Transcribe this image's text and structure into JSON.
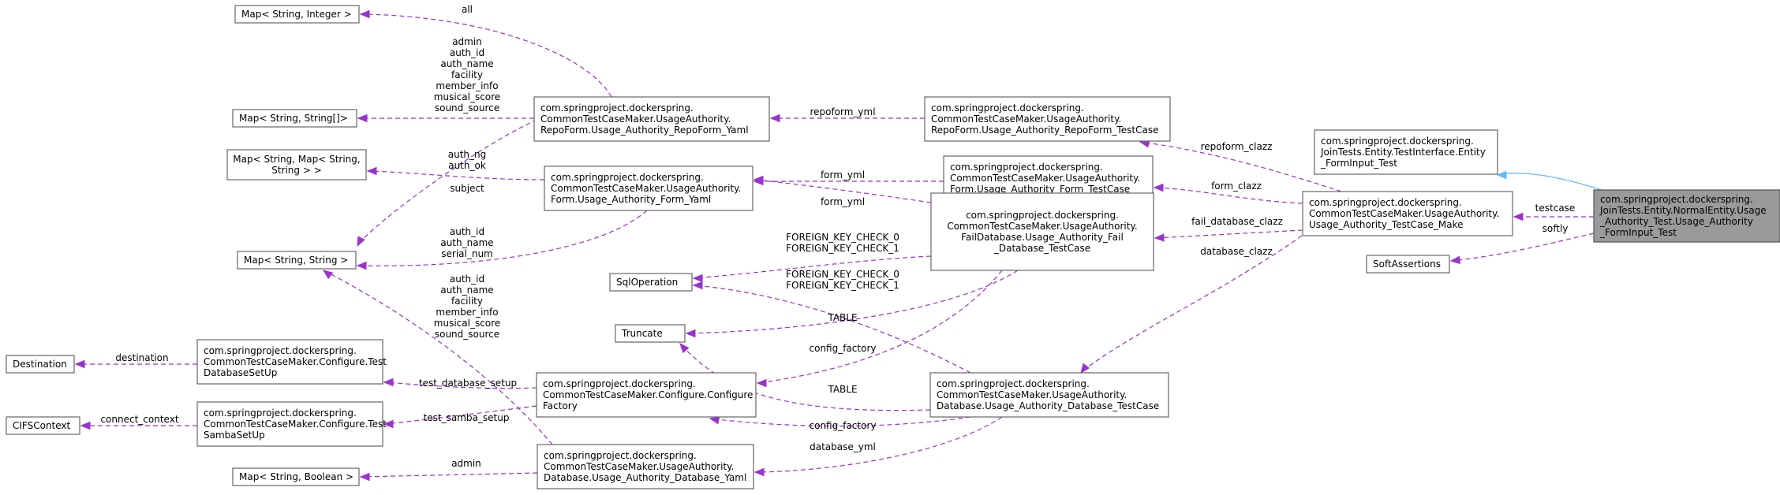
{
  "colors": {
    "usage_edge": "#9a32cd",
    "inheritance_edge": "#63b8ff",
    "highlight_node": "#9a9a9a",
    "node_border": "#666666"
  },
  "nodes": {
    "map_string_integer": [
      "Map< String, Integer >"
    ],
    "map_string_string_array": [
      "Map< String, String[]>"
    ],
    "map_string_map": [
      "Map< String, Map< String,",
      "String > >"
    ],
    "map_string_string": [
      "Map< String, String >"
    ],
    "destination": [
      "Destination"
    ],
    "cifs_context": [
      "CIFSContext"
    ],
    "map_string_boolean": [
      "Map< String, Boolean >"
    ],
    "repoform_yaml": [
      "com.springproject.dockerspring.",
      "CommonTestCaseMaker.UsageAuthority.",
      "RepoForm.Usage_Authority_RepoForm_Yaml"
    ],
    "form_yaml": [
      "com.springproject.dockerspring.",
      "CommonTestCaseMaker.UsageAuthority.",
      "Form.Usage_Authority_Form_Yaml"
    ],
    "sql_operation": [
      "SqlOperation"
    ],
    "truncate": [
      "Truncate"
    ],
    "test_database_setup": [
      "com.springproject.dockerspring.",
      "CommonTestCaseMaker.Configure.Test",
      "DatabaseSetUp"
    ],
    "test_samba_setup": [
      "com.springproject.dockerspring.",
      "CommonTestCaseMaker.Configure.Test",
      "SambaSetUp"
    ],
    "configure_factory": [
      "com.springproject.dockerspring.",
      "CommonTestCaseMaker.Configure.Configure",
      "Factory"
    ],
    "database_yaml": [
      "com.springproject.dockerspring.",
      "CommonTestCaseMaker.UsageAuthority.",
      "Database.Usage_Authority_Database_Yaml"
    ],
    "repoform_testcase": [
      "com.springproject.dockerspring.",
      "CommonTestCaseMaker.UsageAuthority.",
      "RepoForm.Usage_Authority_RepoForm_TestCase"
    ],
    "form_testcase": [
      "com.springproject.dockerspring.",
      "CommonTestCaseMaker.UsageAuthority.",
      "Form.Usage_Authority_Form_TestCase"
    ],
    "fail_database_testcase": [
      "com.springproject.dockerspring.",
      "CommonTestCaseMaker.UsageAuthority.",
      "FailDatabase.Usage_Authority_Fail",
      "_Database_TestCase"
    ],
    "database_testcase": [
      "com.springproject.dockerspring.",
      "CommonTestCaseMaker.UsageAuthority.",
      "Database.Usage_Authority_Database_TestCase"
    ],
    "entity_forminput_test": [
      "com.springproject.dockerspring.",
      "JoinTests.Entity.TestInterface.Entity",
      "_FormInput_Test"
    ],
    "testcase_make": [
      "com.springproject.dockerspring.",
      "CommonTestCaseMaker.UsageAuthority.",
      "Usage_Authority_TestCase_Make"
    ],
    "soft_assertions": [
      "SoftAssertions"
    ],
    "main_test": [
      "com.springproject.dockerspring.",
      "JoinTests.Entity.NormalEntity.Usage",
      "_Authority_Test.Usage_Authority",
      "_FormInput_Test"
    ]
  },
  "edge_labels": {
    "all": [
      "all"
    ],
    "repoform_string_array": [
      "admin",
      "auth_id",
      "auth_name",
      "facility",
      "member_info",
      "musical_score",
      "sound_source"
    ],
    "repoform_yml": [
      "repoform_yml"
    ],
    "form_map": [
      "auth_ng",
      "auth_ok"
    ],
    "repoform_subject": [
      "subject"
    ],
    "form_map_string": [
      "auth_id",
      "auth_name",
      "serial_num"
    ],
    "form_yml_1": [
      "form_yml"
    ],
    "form_yml_2": [
      "form_yml"
    ],
    "fk_fail": [
      "FOREIGN_KEY_CHECK_0",
      "FOREIGN_KEY_CHECK_1"
    ],
    "fk_db": [
      "FOREIGN_KEY_CHECK_0",
      "FOREIGN_KEY_CHECK_1"
    ],
    "db_map_string": [
      "auth_id",
      "auth_name",
      "facility",
      "member_info",
      "musical_score",
      "sound_source"
    ],
    "table_1": [
      "TABLE"
    ],
    "table_2": [
      "TABLE"
    ],
    "config_factory_1": [
      "config_factory"
    ],
    "config_factory_2": [
      "config_factory"
    ],
    "destination": [
      "destination"
    ],
    "test_database_setup": [
      "test_database_setup"
    ],
    "connect_context": [
      "connect_context"
    ],
    "test_samba_setup": [
      "test_samba_setup"
    ],
    "admin": [
      "admin"
    ],
    "database_yml": [
      "database_yml"
    ],
    "repoform_clazz": [
      "repoform_clazz"
    ],
    "form_clazz": [
      "form_clazz"
    ],
    "fail_database_clazz": [
      "fail_database_clazz"
    ],
    "database_clazz": [
      "database_clazz"
    ],
    "testcase": [
      "testcase"
    ],
    "softly": [
      "softly"
    ]
  }
}
